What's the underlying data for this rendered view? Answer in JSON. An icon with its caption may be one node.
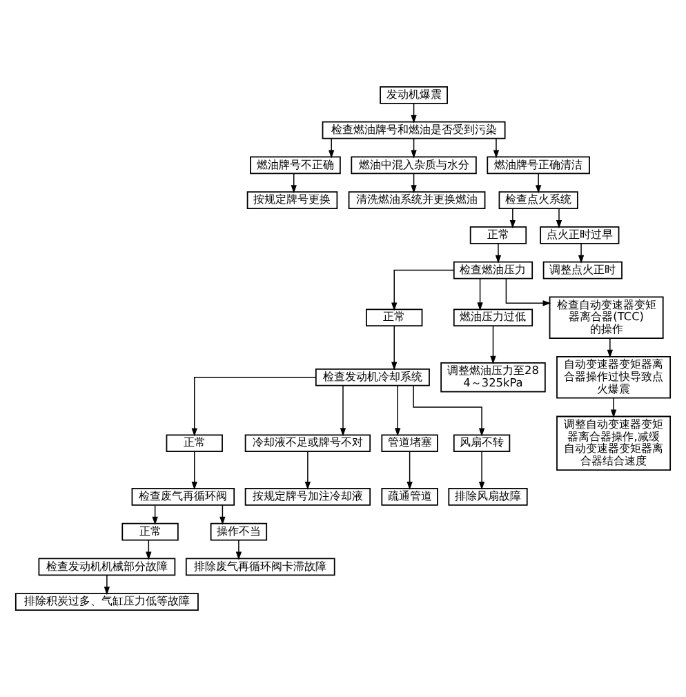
{
  "diagram": {
    "nodes": [
      {
        "text": [
          "发动机爆震"
        ]
      },
      {
        "text": [
          "检查燃油牌号和燃油是否受到污染"
        ]
      },
      {
        "text": [
          "燃油牌号不正确"
        ]
      },
      {
        "text": [
          "燃油中混入杂质与水分"
        ]
      },
      {
        "text": [
          "燃油牌号正确清洁"
        ]
      },
      {
        "text": [
          "按规定牌号更换"
        ]
      },
      {
        "text": [
          "清洗燃油系统并更换燃油"
        ]
      },
      {
        "text": [
          "检查点火系统"
        ]
      },
      {
        "text": [
          "正常"
        ]
      },
      {
        "text": [
          "点火正时过早"
        ]
      },
      {
        "text": [
          "检查燃油压力"
        ]
      },
      {
        "text": [
          "调整点火正时"
        ]
      },
      {
        "text": [
          "正常"
        ]
      },
      {
        "text": [
          "燃油压力过低"
        ]
      },
      {
        "text": [
          "检查自动变速器变矩器离合器(TCC)的操作"
        ]
      },
      {
        "text": [
          "检查发动机冷却系统"
        ]
      },
      {
        "text": [
          "调整燃油压力至284～325kPa"
        ]
      },
      {
        "text": [
          "自动变速器变矩器离合器操作过快导致点火爆震"
        ]
      },
      {
        "text": [
          "正常"
        ]
      },
      {
        "text": [
          "冷却液不足或牌号不对"
        ]
      },
      {
        "text": [
          "管道堵塞"
        ]
      },
      {
        "text": [
          "风扇不转"
        ]
      },
      {
        "text": [
          "检查废气再循环阀"
        ]
      },
      {
        "text": [
          "调整自动变速器变矩器离合器操作,减缓自动变速器变矩器离合器结合速度"
        ]
      },
      {
        "text": [
          "按规定牌号加注冷却液"
        ]
      },
      {
        "text": [
          "疏通管道"
        ]
      },
      {
        "text": [
          "排除风扇故障"
        ]
      },
      {
        "text": [
          "正常"
        ]
      },
      {
        "text": [
          "操作不当"
        ]
      },
      {
        "text": [
          "检查发动机机械部分故障"
        ]
      },
      {
        "text": [
          "排除废气再循环阀卡滞故障"
        ]
      },
      {
        "text": [
          "排除积炭过多、气缸压力低等故障"
        ]
      }
    ],
    "edges": [
      {
        "from": 0,
        "to": 1,
        "arrow": "to"
      },
      {
        "from": 1,
        "to": 2,
        "arrow": "to"
      },
      {
        "from": 1,
        "to": 3,
        "arrow": "to"
      },
      {
        "from": 1,
        "to": 4,
        "arrow": "to"
      },
      {
        "from": 2,
        "to": 5,
        "arrow": "to"
      },
      {
        "from": 3,
        "to": 6,
        "arrow": "to"
      },
      {
        "from": 4,
        "to": 7,
        "arrow": "to"
      },
      {
        "from": 7,
        "to": 8,
        "arrow": "to"
      },
      {
        "from": 7,
        "to": 9,
        "arrow": "to"
      },
      {
        "from": 8,
        "to": 10,
        "arrow": "to"
      },
      {
        "from": 9,
        "to": 11,
        "arrow": "to"
      },
      {
        "from": 10,
        "to": 12,
        "arrow": "to"
      },
      {
        "from": 10,
        "to": 13,
        "arrow": "to"
      },
      {
        "from": 10,
        "to": 14,
        "arrow": "to"
      },
      {
        "from": 12,
        "to": 15,
        "arrow": "to"
      },
      {
        "from": 13,
        "to": 16,
        "arrow": "to"
      },
      {
        "from": 14,
        "to": 17,
        "arrow": "to"
      },
      {
        "from": 15,
        "to": 18,
        "arrow": "to"
      },
      {
        "from": 15,
        "to": 19,
        "arrow": "to"
      },
      {
        "from": 15,
        "to": 20,
        "arrow": "to"
      },
      {
        "from": 15,
        "to": 21,
        "arrow": "to"
      },
      {
        "from": 18,
        "to": 22,
        "arrow": "to"
      },
      {
        "from": 17,
        "to": 23,
        "arrow": "to"
      },
      {
        "from": 19,
        "to": 24,
        "arrow": "to"
      },
      {
        "from": 20,
        "to": 25,
        "arrow": "to"
      },
      {
        "from": 21,
        "to": 26,
        "arrow": "to"
      },
      {
        "from": 22,
        "to": 27,
        "arrow": "to"
      },
      {
        "from": 22,
        "to": 28,
        "arrow": "to"
      },
      {
        "from": 27,
        "to": 29,
        "arrow": "to"
      },
      {
        "from": 28,
        "to": 30,
        "arrow": "to"
      },
      {
        "from": 29,
        "to": 31,
        "arrow": "to"
      }
    ]
  }
}
